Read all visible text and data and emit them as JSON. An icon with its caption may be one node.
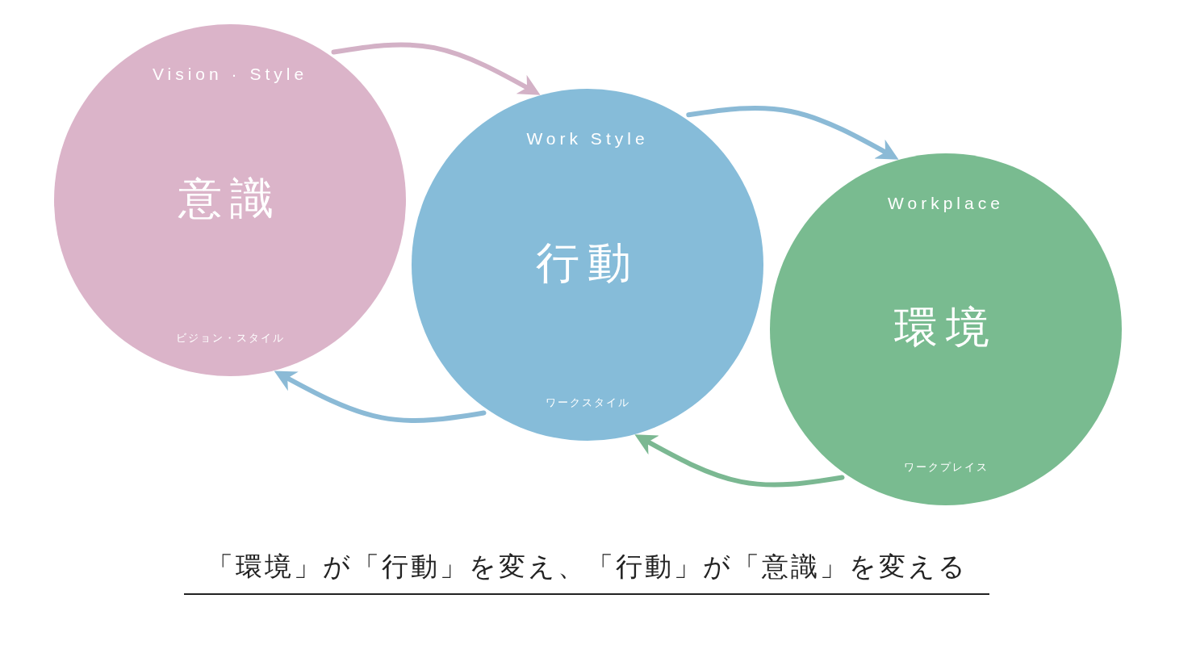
{
  "diagram": {
    "caption": "「環境」が「行動」を変え、「行動」が「意識」を変える",
    "nodes": [
      {
        "text": [
          "Vision · Style",
          "意識",
          "ビジョン・スタイル"
        ]
      },
      {
        "text": [
          "Work Style",
          "行動",
          "ワークスタイル"
        ]
      },
      {
        "text": [
          "Workplace",
          "環境",
          "ワークプレイス"
        ]
      }
    ],
    "edges": [
      {
        "from": 0,
        "to": 1,
        "arrow": "to",
        "color": "#d3b1c6"
      },
      {
        "from": 1,
        "to": 2,
        "arrow": "to",
        "color": "#8bbad6"
      },
      {
        "from": 1,
        "to": 0,
        "arrow": "to",
        "color": "#8bbad6"
      },
      {
        "from": 2,
        "to": 1,
        "arrow": "to",
        "color": "#7bb892"
      }
    ]
  }
}
